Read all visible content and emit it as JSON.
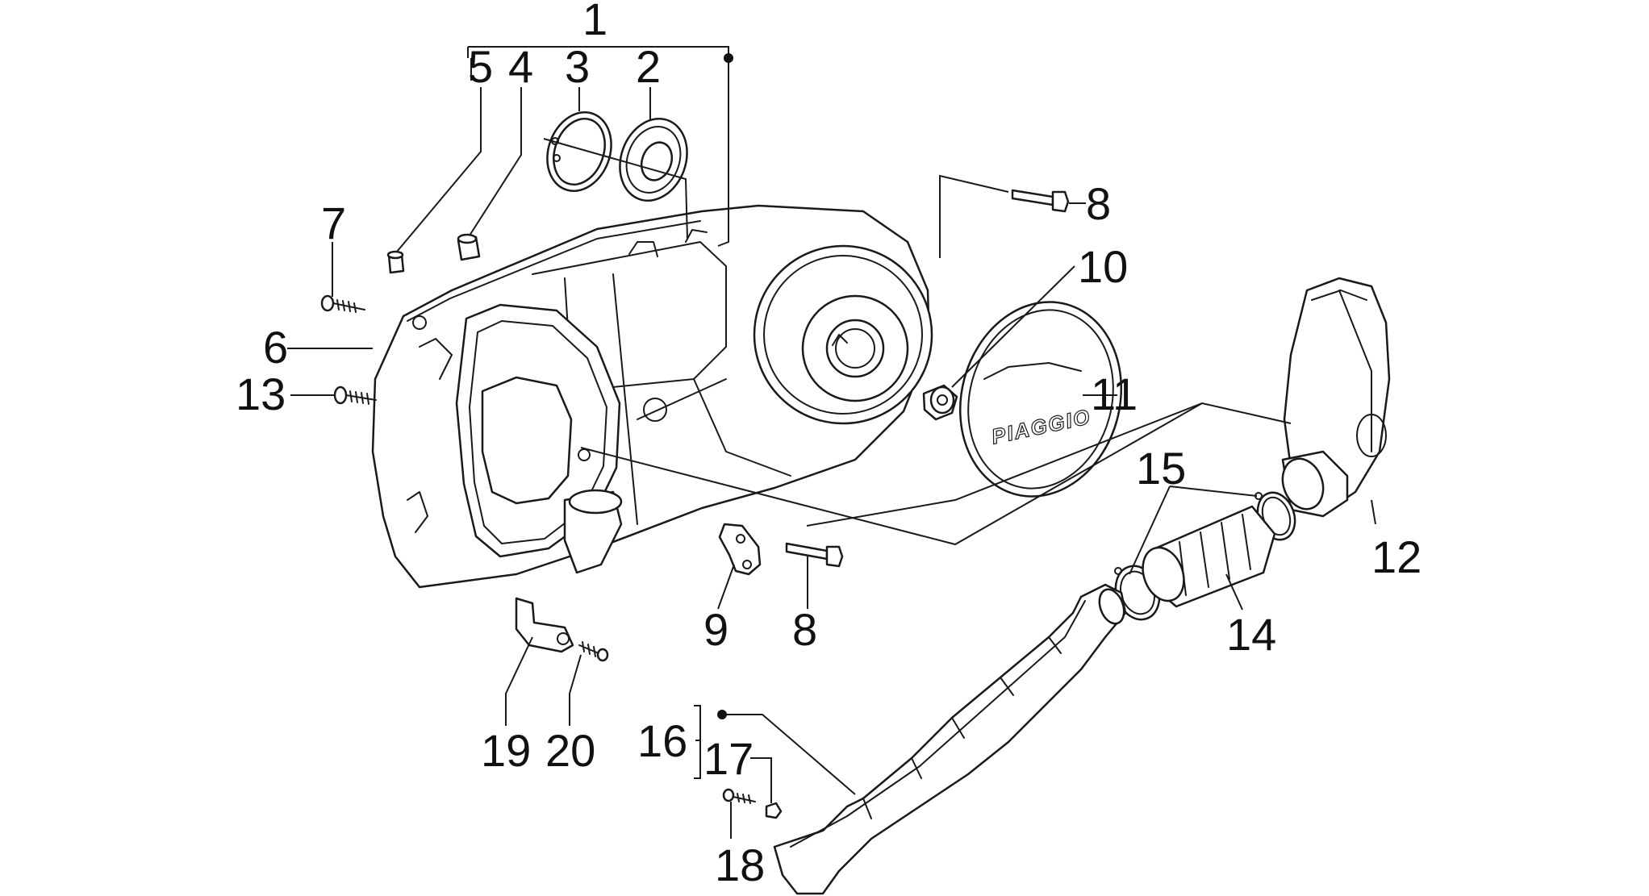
{
  "diagram": {
    "callouts": {
      "c1": "1",
      "c2": "2",
      "c3": "3",
      "c4": "4",
      "c5": "5",
      "c6": "6",
      "c7": "7",
      "c8a": "8",
      "c8b": "8",
      "c9": "9",
      "c10": "10",
      "c11": "11",
      "c12": "12",
      "c13": "13",
      "c14": "14",
      "c15": "15",
      "c16": "16",
      "c17": "17",
      "c18": "18",
      "c19": "19",
      "c20": "20"
    },
    "logo_text": "PIAGGIO"
  }
}
